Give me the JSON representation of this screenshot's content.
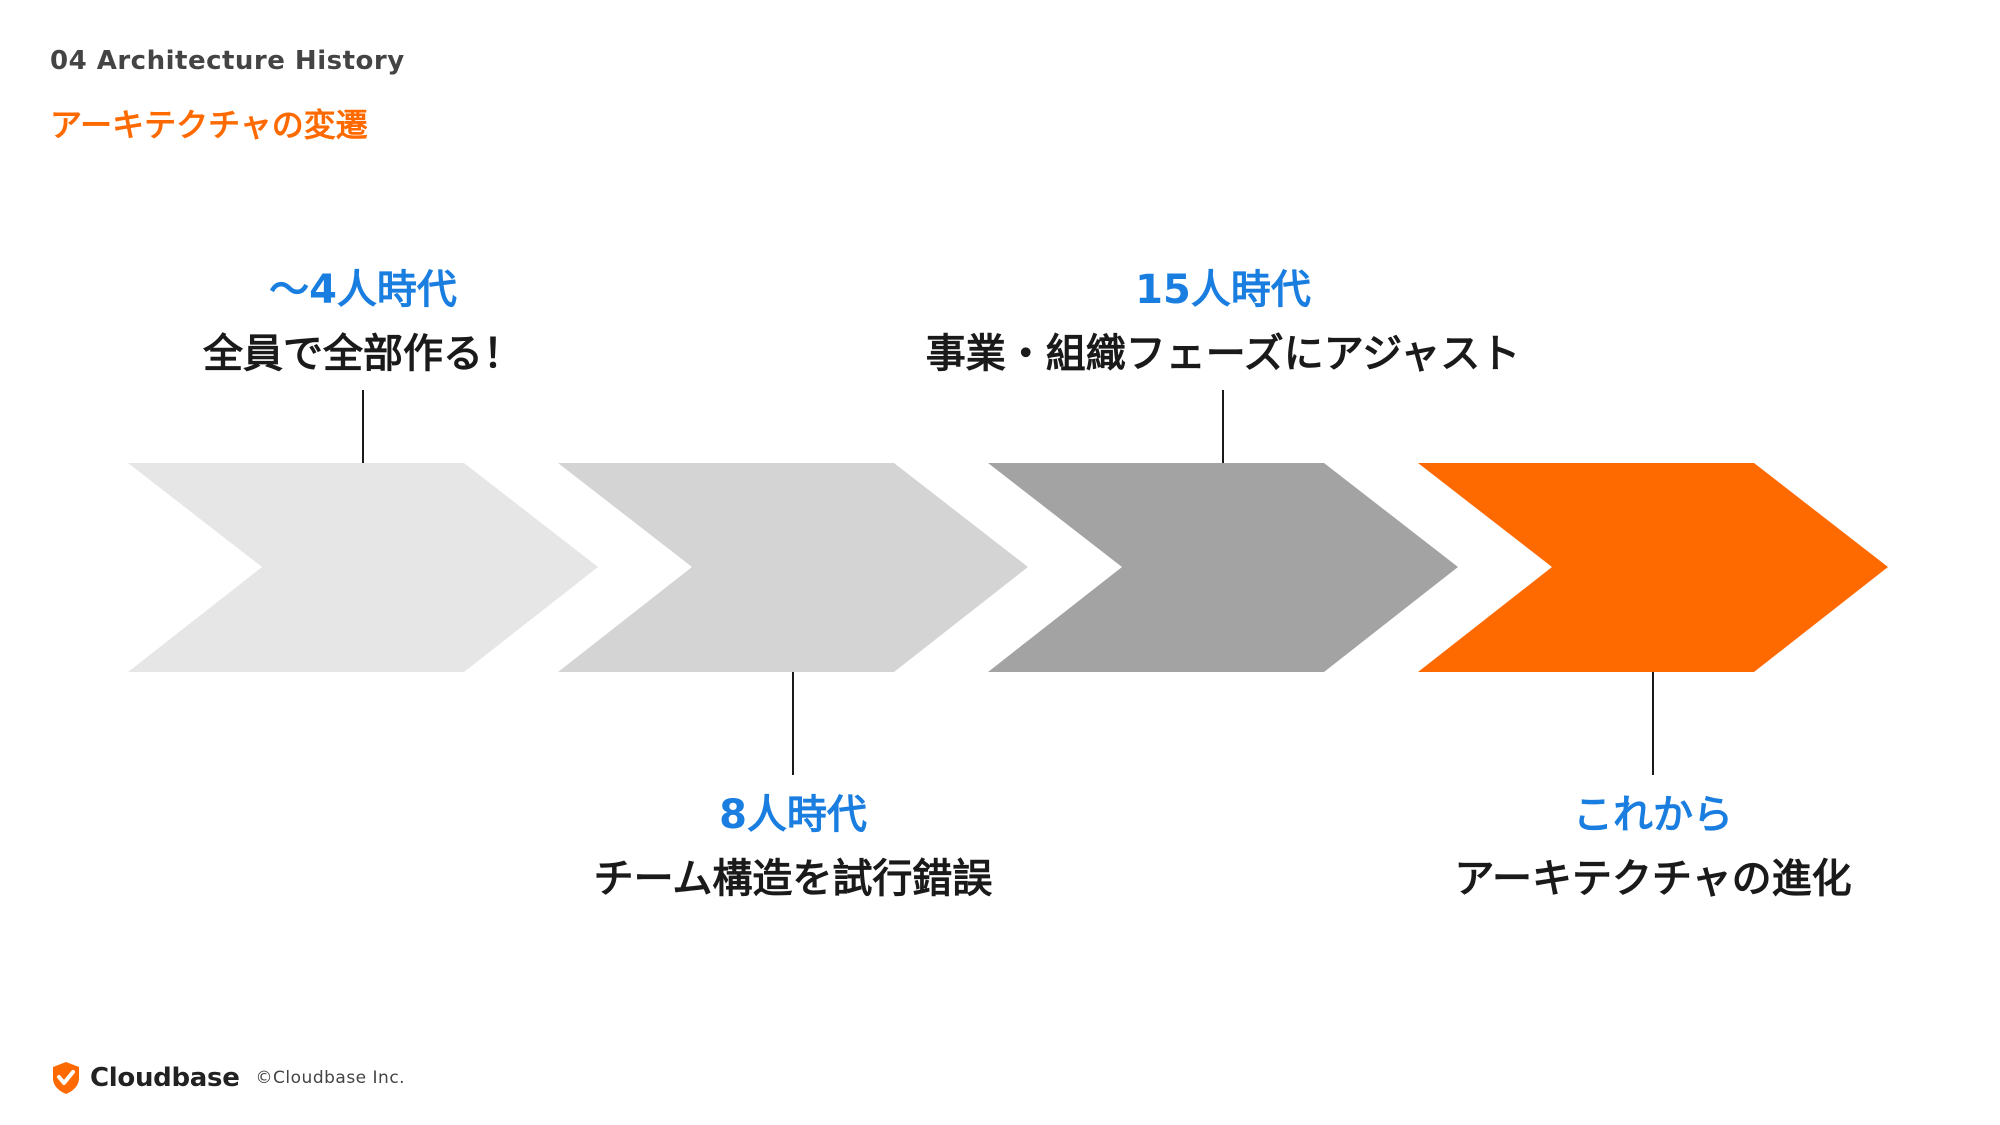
{
  "header": {
    "section_label": "04 Architecture History",
    "title": "アーキテクチャの変遷"
  },
  "stages": [
    {
      "era": "〜4人時代",
      "description": "全員で全部作る！",
      "color": "#e6e6e6",
      "label_position": "above"
    },
    {
      "era": "8人時代",
      "description": "チーム構造を試行錯誤",
      "color": "#d4d4d4",
      "label_position": "below"
    },
    {
      "era": "15人時代",
      "description": "事業・組織フェーズにアジャスト",
      "color": "#a3a3a3",
      "label_position": "above"
    },
    {
      "era": "これから",
      "description": "アーキテクチャの進化",
      "color": "#ff6a00",
      "label_position": "below"
    }
  ],
  "colors": {
    "accent": "#ff6a00",
    "era_text": "#1a7ee0",
    "body_text": "#1a1a1a"
  },
  "footer": {
    "logo_icon": "cloudbase-shield-check-icon",
    "logo_text": "Cloudbase",
    "copyright": "©Cloudbase Inc."
  }
}
